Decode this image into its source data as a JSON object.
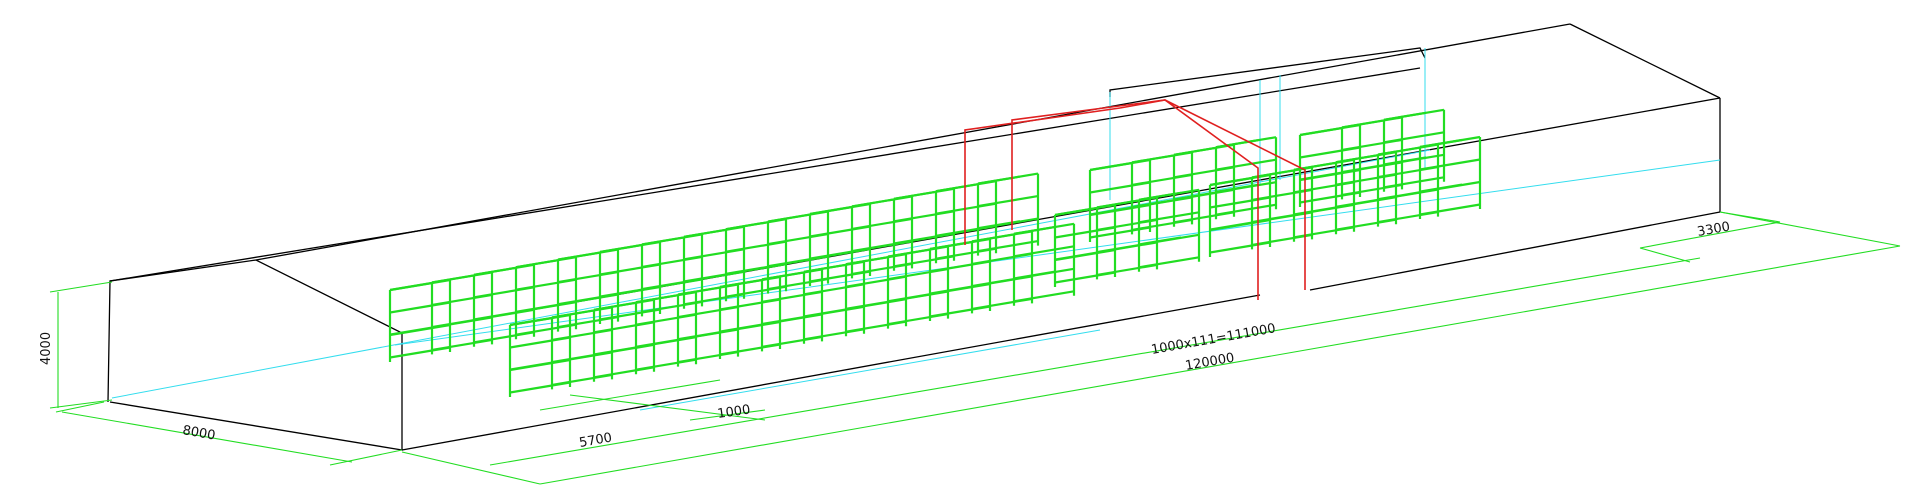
{
  "dimensions": {
    "width": "8000",
    "height": "4000",
    "row_spacing": "5700",
    "bay_spacing": "1000",
    "crate_run": "1000x111=111000",
    "total_length": "120000",
    "end_gap": "3300"
  },
  "colors": {
    "building_outline": "#000000",
    "crate_frames": "#22dd22",
    "dimension_lines": "#22dd22",
    "feed_lines": "#e02020",
    "floor_lines": "#33ddee"
  }
}
